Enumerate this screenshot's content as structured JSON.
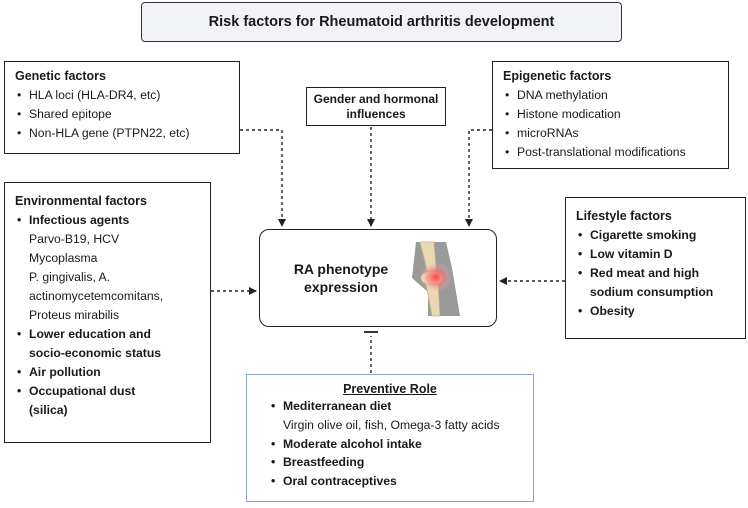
{
  "title": "Risk factors for Rheumatoid arthritis development",
  "genetic": {
    "heading": "Genetic factors",
    "items": [
      "HLA loci (HLA-DR4, etc)",
      "Shared epitope",
      "Non-HLA gene (PTPN22, etc)"
    ]
  },
  "epigenetic": {
    "heading": "Epigenetic factors",
    "items": [
      "DNA methylation",
      "Histone modication",
      "microRNAs",
      "Post-translational modifications"
    ]
  },
  "gender": {
    "line1": "Gender and hormonal",
    "line2": "influences"
  },
  "environmental": {
    "heading": "Environmental factors",
    "infectious_label": "Infectious agents",
    "infectious_details": [
      "Parvo-B19, HCV",
      "Mycoplasma",
      "P. gingivalis, A.",
      "actinomycetemcomitans,",
      "Proteus mirabilis"
    ],
    "education_line1": "Lower education and",
    "education_line2": "socio-economic status",
    "air": "Air pollution",
    "dust_line1": "Occupational dust",
    "dust_line2": "(silica)"
  },
  "lifestyle": {
    "heading": "Lifestyle factors",
    "items": [
      "Cigarette smoking",
      "Low vitamin D"
    ],
    "meat_line1": "Red meat and high",
    "meat_line2": "sodium consumption",
    "obesity": "Obesity"
  },
  "center": {
    "line1": "RA phenotype",
    "line2": "expression",
    "icon": "knee-joint-icon"
  },
  "preventive": {
    "heading": "Preventive Role",
    "diet": "Mediterranean diet",
    "diet_detail": "Virgin olive oil, fish, Omega-3 fatty acids",
    "items": [
      "Moderate alcohol intake",
      "Breastfeeding",
      "Oral contraceptives"
    ]
  },
  "colors": {
    "title_bg": "#f1f3f7",
    "preventive_border": "#8aa6cf",
    "inflammation": "#e8505b"
  }
}
